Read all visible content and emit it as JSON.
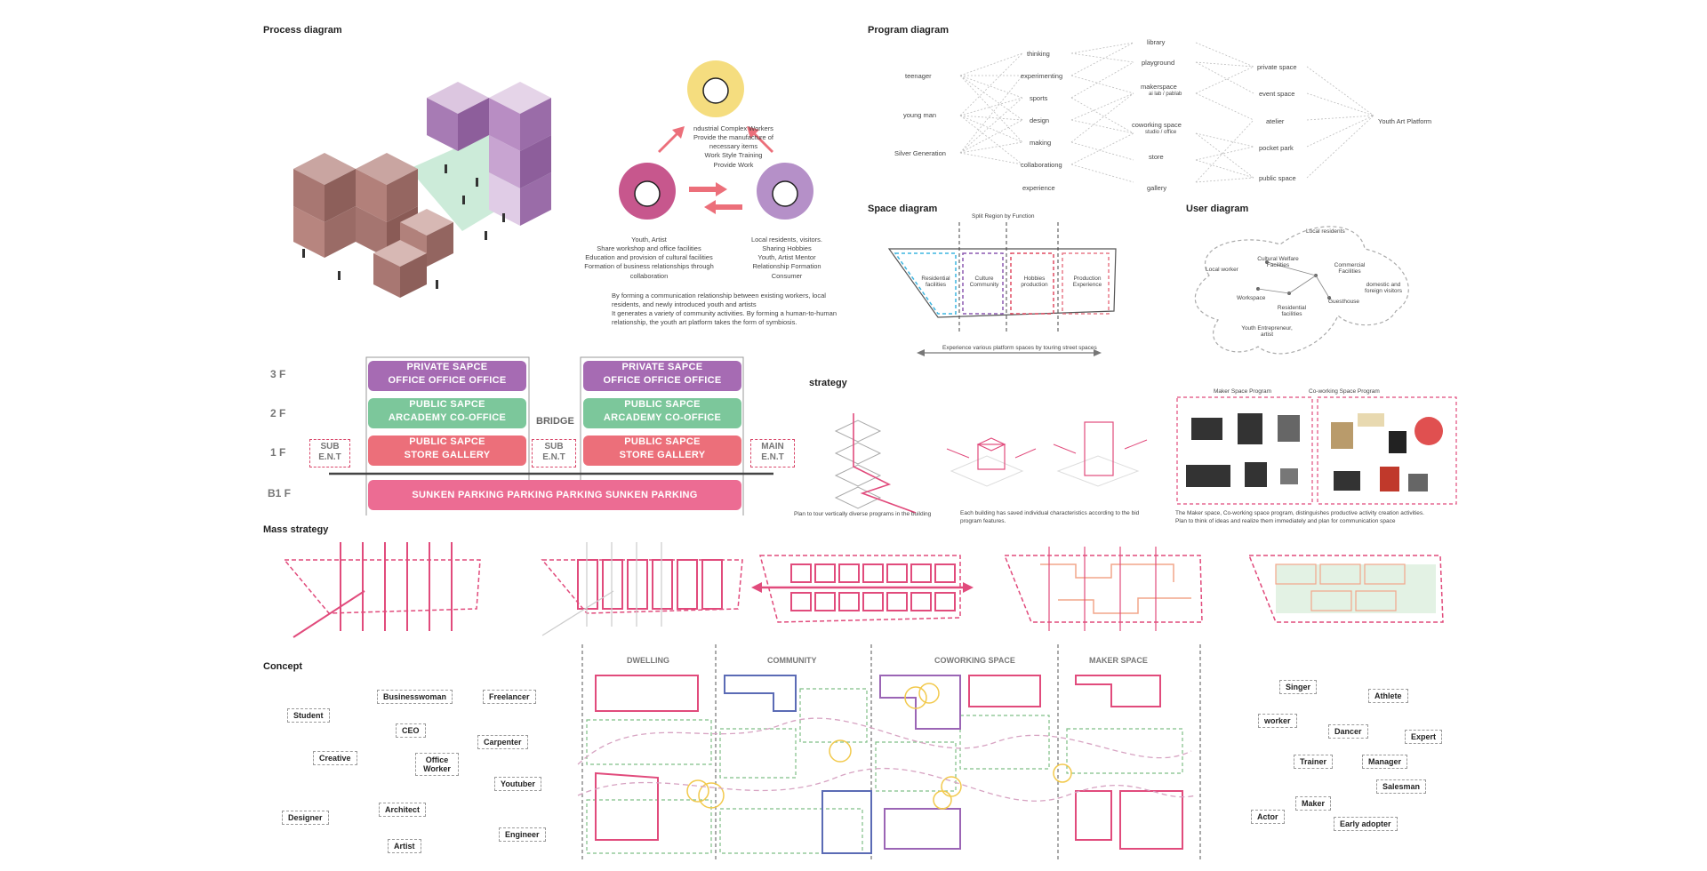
{
  "sections": {
    "process": "Process diagram",
    "program": "Program diagram",
    "space": "Space diagram",
    "user": "User diagram",
    "strategy": "strategy",
    "mass": "Mass strategy",
    "concept": "Concept"
  },
  "process": {
    "workers_text": [
      "ndustrial Complex Workers",
      "Provide the manufacture of",
      "necessary items",
      "Work Style Training",
      "Provide Work"
    ],
    "youth_text": [
      "Youth, Artist",
      "Share workshop and office facilities",
      "Education and provision of cultural facilities",
      "Formation of business relationships through",
      "collaboration"
    ],
    "residents_text": [
      "Local residents, visitors.",
      "Sharing Hobbies",
      "Youth, Artist Mentor",
      "Relationship Formation",
      "Consumer"
    ],
    "summary": [
      "By forming a communication relationship between existing workers, local",
      "residents, and newly introduced youth and artists",
      "It generates a variety of community activities. By forming a human-to-human",
      "relationship, the youth art platform takes the form of symbiosis."
    ]
  },
  "program": {
    "users": [
      "teenager",
      "young man",
      "Silver Generation"
    ],
    "activities": [
      "thinking",
      "experimenting",
      "sports",
      "design",
      "making",
      "collaborationg",
      "experience"
    ],
    "facilities": [
      "library",
      "playground",
      "makerspace",
      "coworking space",
      "store",
      "gallery"
    ],
    "facility_subs": {
      "makerspace": "ai lab / pablab",
      "coworking": "studio / office"
    },
    "spaces": [
      "private space",
      "event space",
      "atelier",
      "pocket park",
      "public space"
    ],
    "platform": "Youth Art Platform"
  },
  "space": {
    "split_label": "Split Region by Function",
    "zones": [
      "Residential facilities",
      "Culture Community",
      "Hobbies production",
      "Production Experience"
    ],
    "bottom_label": "Experience various platform spaces by touring street spaces"
  },
  "user": {
    "labels": [
      "Local residents",
      "Local worker",
      "Cultural Welfare Facilities",
      "Commercial Facilities",
      "domestic and foreign visitors",
      "Workspace",
      "Residential facilities",
      "Guesthouse",
      "Youth Entrepreneur, artist"
    ]
  },
  "floors": {
    "labels": [
      "3 F",
      "2 F",
      "1 F",
      "B1 F"
    ],
    "private_title": "PRIVATE SAPCE",
    "private_items": "OFFICE   OFFICE   OFFICE",
    "public2_title": "PUBLIC SAPCE",
    "public2_items": "ARCADEMY   CO-OFFICE",
    "public1_title": "PUBLIC SAPCE",
    "public1_items": "STORE        GALLERY",
    "bridge": "BRIDGE",
    "sub_ent": "SUB E.N.T",
    "main_ent": "MAIN E.N.T",
    "basement": "SUNKEN    PARKING    PARKING    PARKING    SUNKEN    PARKING",
    "colors": {
      "private": "#a66bb3",
      "public2": "#7cc79b",
      "public1": "#ec6f7a",
      "basement": "#ec6c93"
    }
  },
  "strategy": {
    "caption1": "Plan to tour vertically diverse programs in the building",
    "caption2": [
      "Each building has saved individual characteristics according to the bid",
      "program features."
    ],
    "maker_title": "Maker Space Program",
    "cowork_title": "Co-working Space Program",
    "caption3": [
      "The Maker space, Co-working space program, distinguishes productive activity creation activities.",
      "Plan to think of ideas and realize them immediately and plan for communication space"
    ]
  },
  "concept": {
    "zones": [
      "DWELLING",
      "COMMUNITY",
      "COWORKING SPACE",
      "MAKER SPACE"
    ],
    "left_users": [
      "Businesswoman",
      "Freelancer",
      "Student",
      "CEO",
      "Carpenter",
      "Creative",
      "Office Worker",
      "Youtuber",
      "Architect",
      "Designer",
      "Engineer",
      "Artist"
    ],
    "right_users": [
      "Singer",
      "Athlete",
      "worker",
      "Dancer",
      "Expert",
      "Trainer",
      "Manager",
      "Salesman",
      "Maker",
      "Actor",
      "Early adopter"
    ]
  }
}
